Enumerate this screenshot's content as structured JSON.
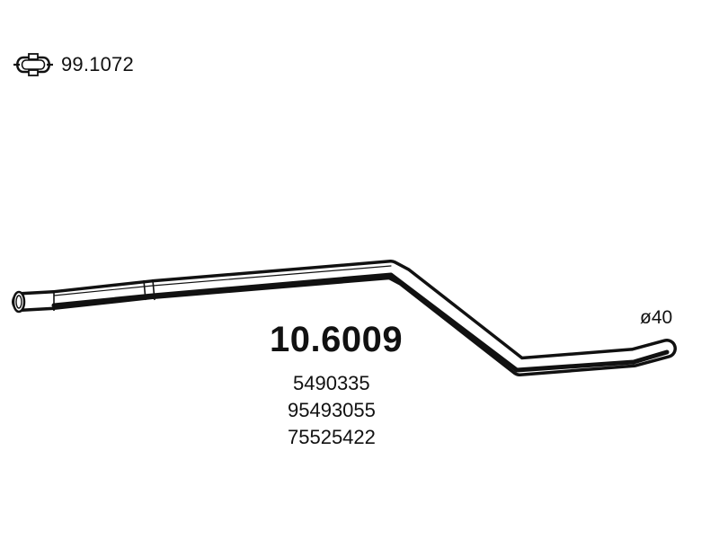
{
  "clamp": {
    "icon": "exhaust-clamp-icon",
    "code": "99.1072"
  },
  "pipe": {
    "diameter_label": "ø40",
    "stroke_color": "#111111"
  },
  "part": {
    "number": "10.6009",
    "oe_numbers": [
      "5490335",
      "95493055",
      "75525422"
    ]
  }
}
